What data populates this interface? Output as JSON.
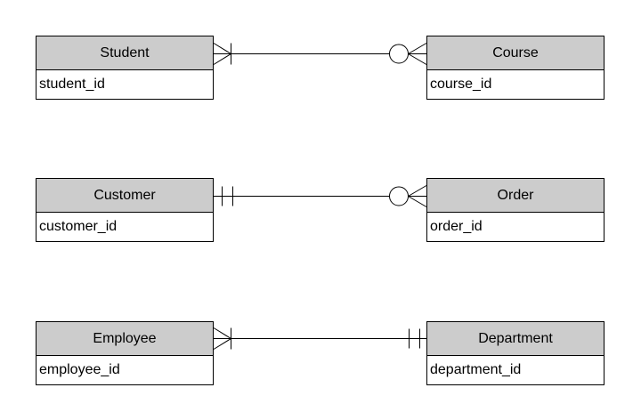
{
  "diagram": {
    "type": "entity-relationship-diagram",
    "notation": "crow-foot",
    "colors": {
      "background": "#ffffff",
      "entity_header_fill": "#cccccc",
      "entity_body_fill": "#ffffff",
      "border": "#000000",
      "edge": "#000000"
    },
    "entities": [
      {
        "id": "student",
        "name": "Student",
        "attributes": [
          "student_id"
        ]
      },
      {
        "id": "course",
        "name": "Course",
        "attributes": [
          "course_id"
        ]
      },
      {
        "id": "customer",
        "name": "Customer",
        "attributes": [
          "customer_id"
        ]
      },
      {
        "id": "order",
        "name": "Order",
        "attributes": [
          "order_id"
        ]
      },
      {
        "id": "employee",
        "name": "Employee",
        "attributes": [
          "employee_id"
        ]
      },
      {
        "id": "department",
        "name": "Department",
        "attributes": [
          "department_id"
        ]
      }
    ],
    "relationships": [
      {
        "from": "Student",
        "to": "Course",
        "from_marker": "one-or-many (crow-foot with bar)",
        "to_marker": "zero-or-many (circle with crow-foot)"
      },
      {
        "from": "Customer",
        "to": "Order",
        "from_marker": "exactly-one (double bar)",
        "to_marker": "zero-or-many (circle with crow-foot)"
      },
      {
        "from": "Employee",
        "to": "Department",
        "from_marker": "one-or-many (crow-foot with bar)",
        "to_marker": "exactly-one (double bar)"
      }
    ]
  }
}
